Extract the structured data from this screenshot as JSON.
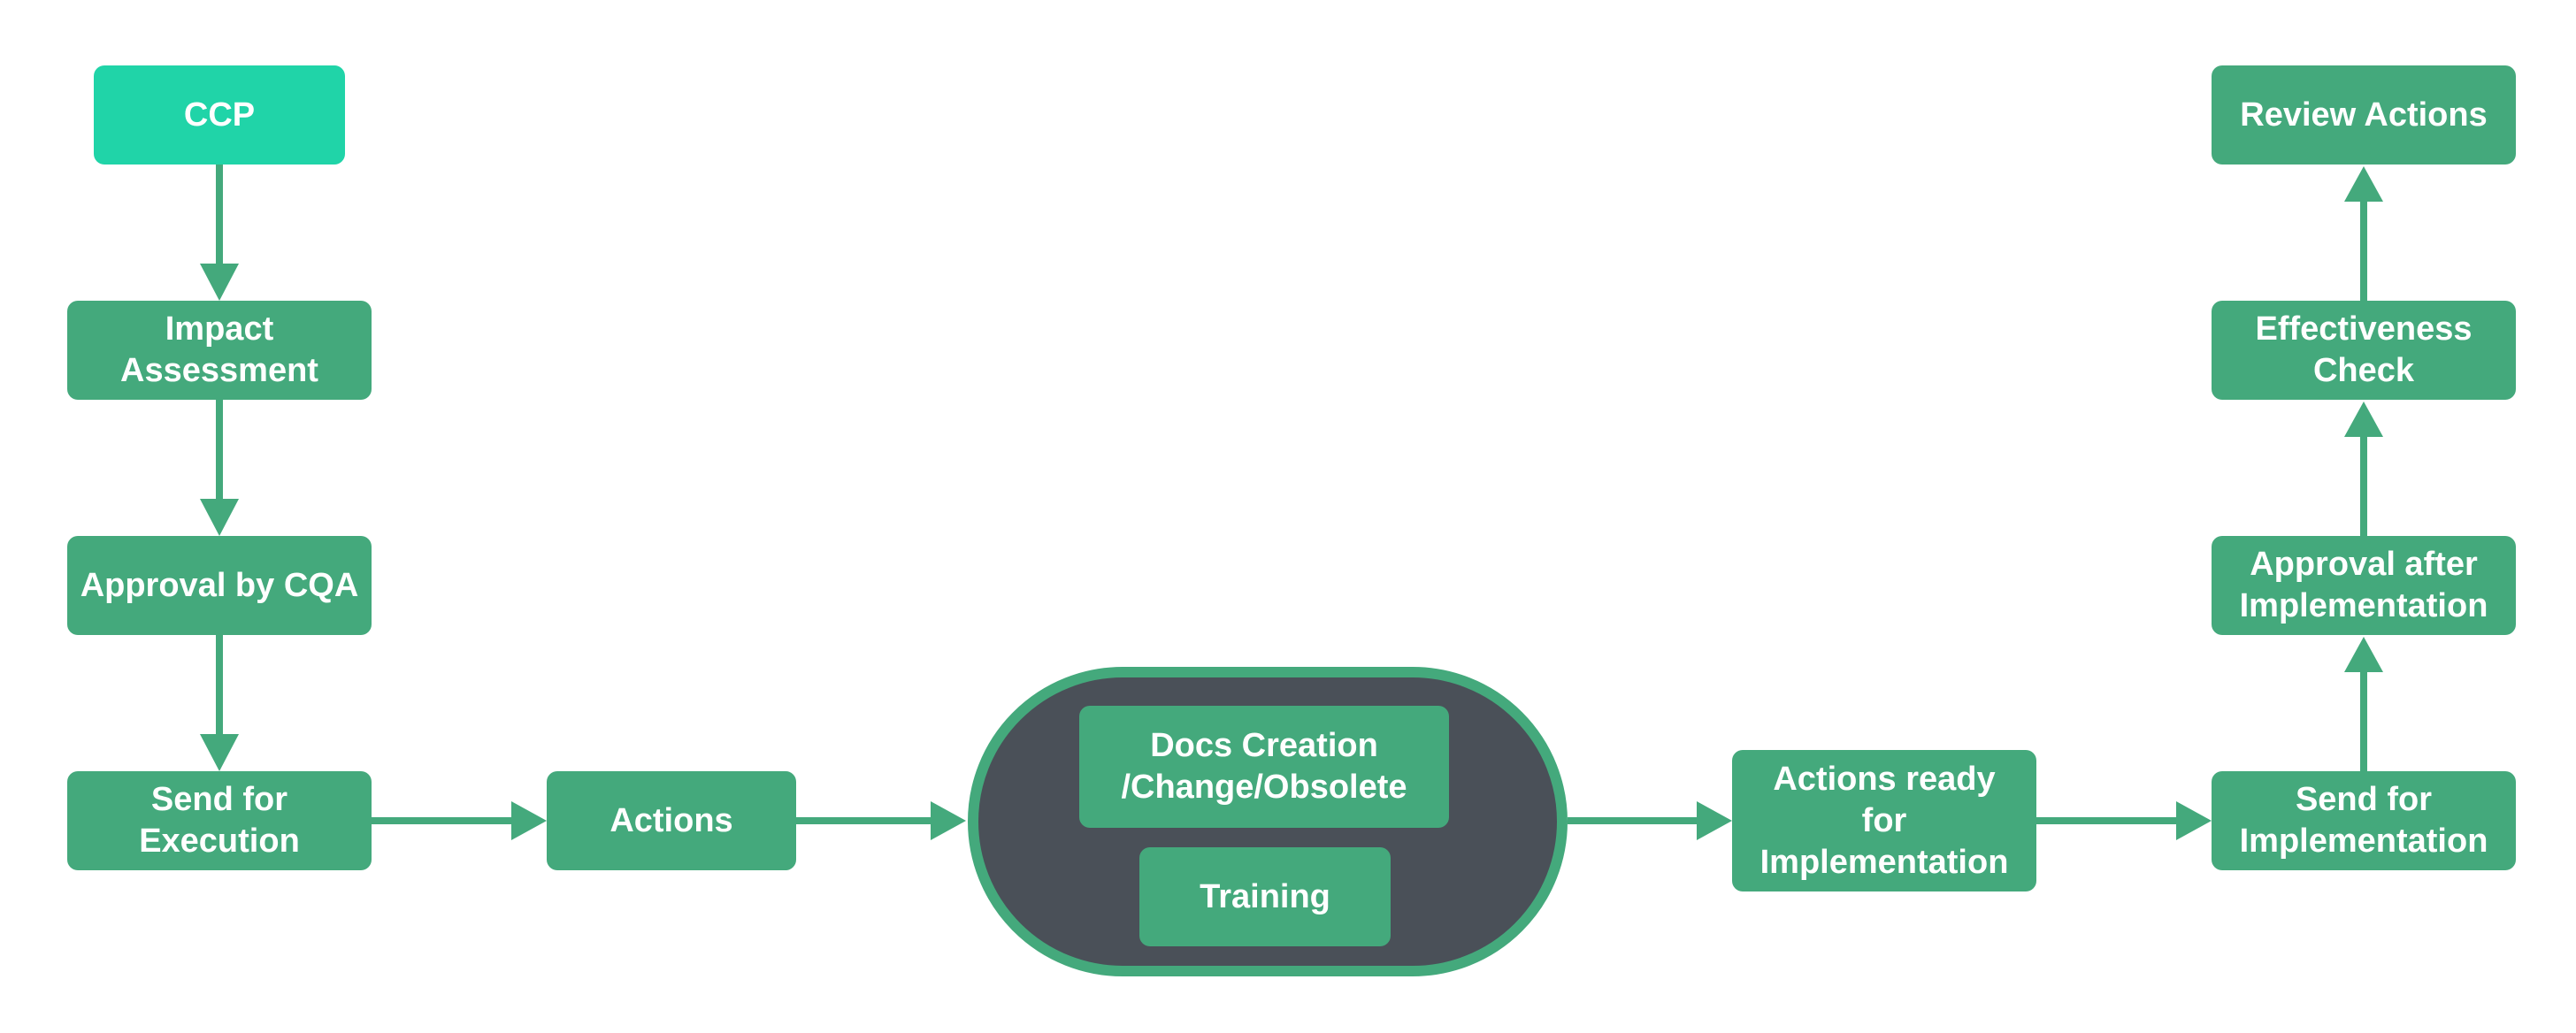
{
  "colors": {
    "node": "#44a97c",
    "start_node": "#20d4a8",
    "container_fill": "#4a5058",
    "text": "#ffffff",
    "background": "#ffffff"
  },
  "nodes": {
    "ccp": "CCP",
    "impact_assessment": "Impact\nAssessment",
    "approval_cqa": "Approval by CQA",
    "send_execution": "Send for\nExecution",
    "actions": "Actions",
    "docs_creation": "Docs Creation\n/Change/Obsolete",
    "training": "Training",
    "actions_ready": "Actions ready\nfor\nImplementation",
    "send_implementation": "Send for\nImplementation",
    "approval_after": "Approval after\nImplementation",
    "effectiveness_check": "Effectiveness\nCheck",
    "review_actions": "Review Actions"
  },
  "edges": [
    {
      "from": "ccp",
      "to": "impact_assessment"
    },
    {
      "from": "impact_assessment",
      "to": "approval_cqa"
    },
    {
      "from": "approval_cqa",
      "to": "send_execution"
    },
    {
      "from": "send_execution",
      "to": "actions"
    },
    {
      "from": "actions",
      "to": "docs_training_group"
    },
    {
      "from": "docs_training_group",
      "to": "actions_ready"
    },
    {
      "from": "actions_ready",
      "to": "send_implementation"
    },
    {
      "from": "send_implementation",
      "to": "approval_after"
    },
    {
      "from": "approval_after",
      "to": "effectiveness_check"
    },
    {
      "from": "effectiveness_check",
      "to": "review_actions"
    }
  ]
}
